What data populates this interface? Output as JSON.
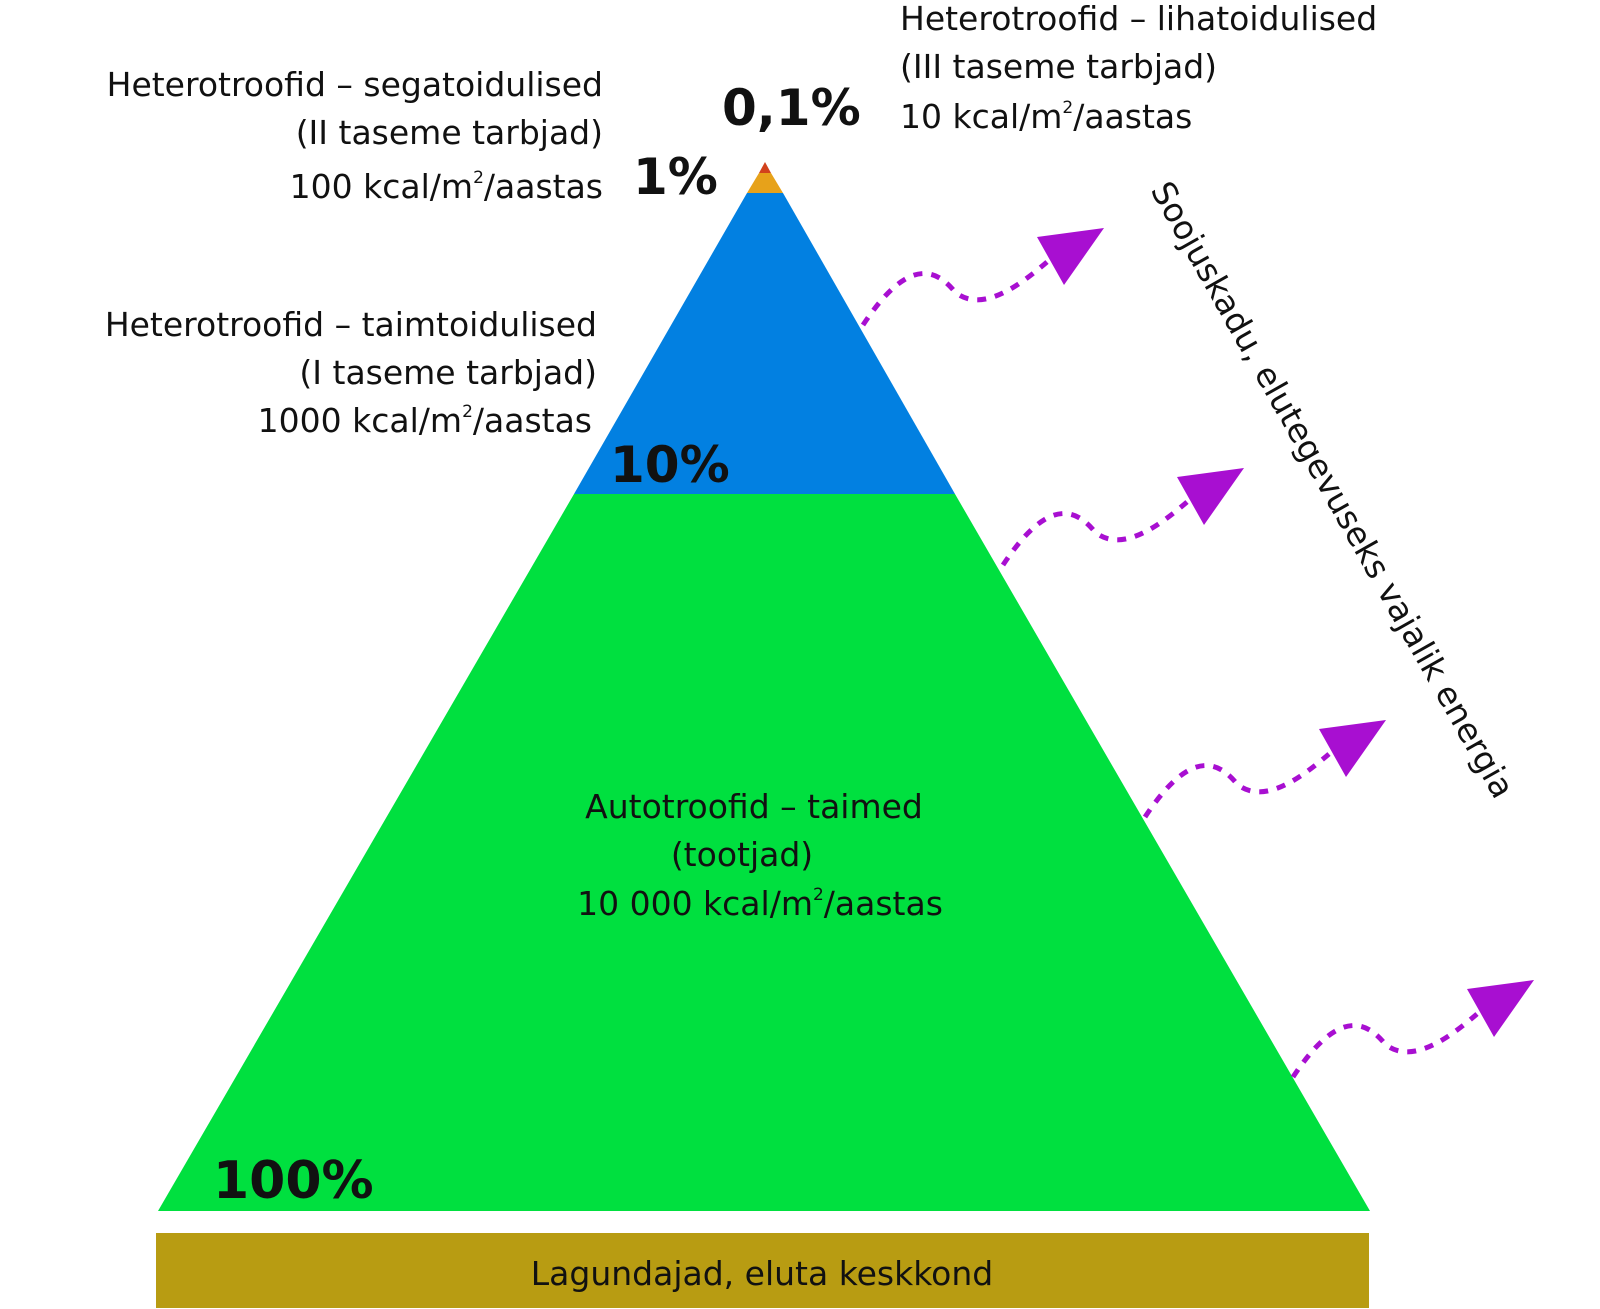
{
  "colors": {
    "producers": "#00e03f",
    "herbivores": "#0280e1",
    "omnivores": "#e7a21a",
    "carnivores": "#d2421c",
    "decomposers": "#b89c12",
    "heat_arrow": "#a80fd1",
    "text": "#111111"
  },
  "levels": {
    "producers": {
      "title": "Autotroofid – taimed",
      "role": "(tootjad)",
      "energy_prefix": "10 000 kcal/m",
      "energy_sup": "2",
      "energy_suffix": "/aastas",
      "percent": "100%"
    },
    "herbivores": {
      "title": "Heterotroofid – taimtoidulised",
      "role": "(I taseme tarbjad)",
      "energy_prefix": "1000 kcal/m",
      "energy_sup": "2",
      "energy_suffix": "/aastas",
      "percent": "10%"
    },
    "omnivores": {
      "title": "Heterotroofid – segatoidulised",
      "role": "(II taseme tarbjad)",
      "energy_prefix": "100 kcal/m",
      "energy_sup": "2",
      "energy_suffix": "/aastas",
      "percent": "1%"
    },
    "carnivores": {
      "title": "Heterotroofid – lihatoidulised",
      "role": "(III taseme tarbjad)",
      "energy_prefix": "10 kcal/m",
      "energy_sup": "2",
      "energy_suffix": "/aastas",
      "percent": "0,1%"
    }
  },
  "decomposers": {
    "label": "Lagundajad, eluta keskkond"
  },
  "heat_loss": {
    "label": "Soojuskadu, elutegevuseks vajalik energia",
    "arrow_count": 4
  }
}
